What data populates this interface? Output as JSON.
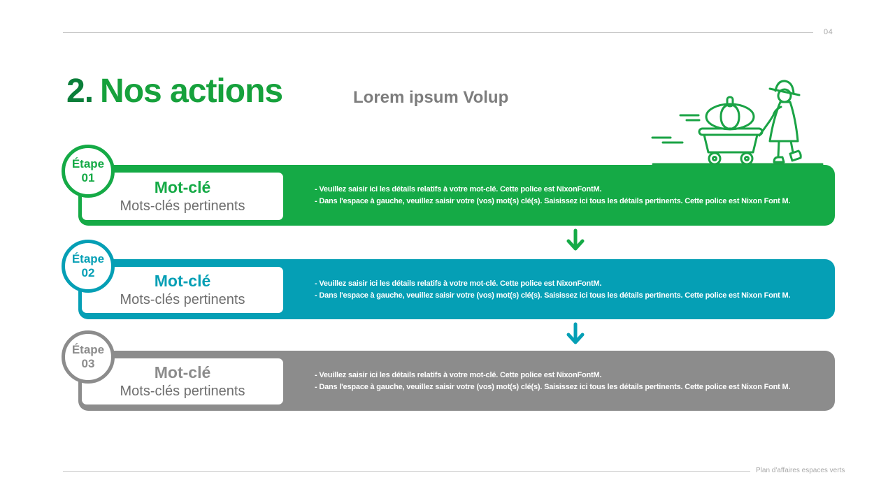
{
  "page": {
    "number": "04",
    "footer": "Plan d'affaires espaces verts"
  },
  "header": {
    "title_number": "2.",
    "title": "Nos actions",
    "subtitle": "Lorem ipsum Volup"
  },
  "colors": {
    "title_number": "#0b7e3a",
    "title_text": "#16a13c",
    "subtitle": "#7d7d7d",
    "keyword_sub": "#6e6e6e",
    "detail_text": "#ffffff",
    "rule": "#c9c9c9",
    "meta": "#a9a9a9",
    "illustration": "#1aa345"
  },
  "steps": [
    {
      "badge_line1": "Étape",
      "badge_line2": "01",
      "keyword": "Mot-clé",
      "keyword_sub": "Mots-clés pertinents",
      "detail_line1": "- Veuillez saisir ici les détails relatifs à votre mot-clé. Cette police est NixonFontM.",
      "detail_line2": "- Dans l'espace à gauche, veuillez saisir votre (vos) mot(s) clé(s). Saisissez ici tous les détails pertinents. Cette police est Nixon Font M.",
      "color": "#15aa46"
    },
    {
      "badge_line1": "Étape",
      "badge_line2": "02",
      "keyword": "Mot-clé",
      "keyword_sub": "Mots-clés pertinents",
      "detail_line1": "- Veuillez saisir ici les détails relatifs à votre mot-clé. Cette police est NixonFontM.",
      "detail_line2": "- Dans l'espace à gauche, veuillez saisir votre (vos) mot(s) clé(s). Saisissez ici tous les détails pertinents. Cette police est Nixon Font M.",
      "color": "#059fb5"
    },
    {
      "badge_line1": "Étape",
      "badge_line2": "03",
      "keyword": "Mot-clé",
      "keyword_sub": "Mots-clés pertinents",
      "detail_line1": "- Veuillez saisir ici les détails relatifs à votre mot-clé. Cette police est NixonFontM.",
      "detail_line2": "- Dans l'espace à gauche, veuillez saisir votre (vos) mot(s) clé(s). Saisissez ici tous les détails pertinents. Cette police est Nixon Font M.",
      "color": "#8c8c8c"
    }
  ],
  "arrows": [
    {
      "color": "#15aa46"
    },
    {
      "color": "#059fb5"
    }
  ]
}
